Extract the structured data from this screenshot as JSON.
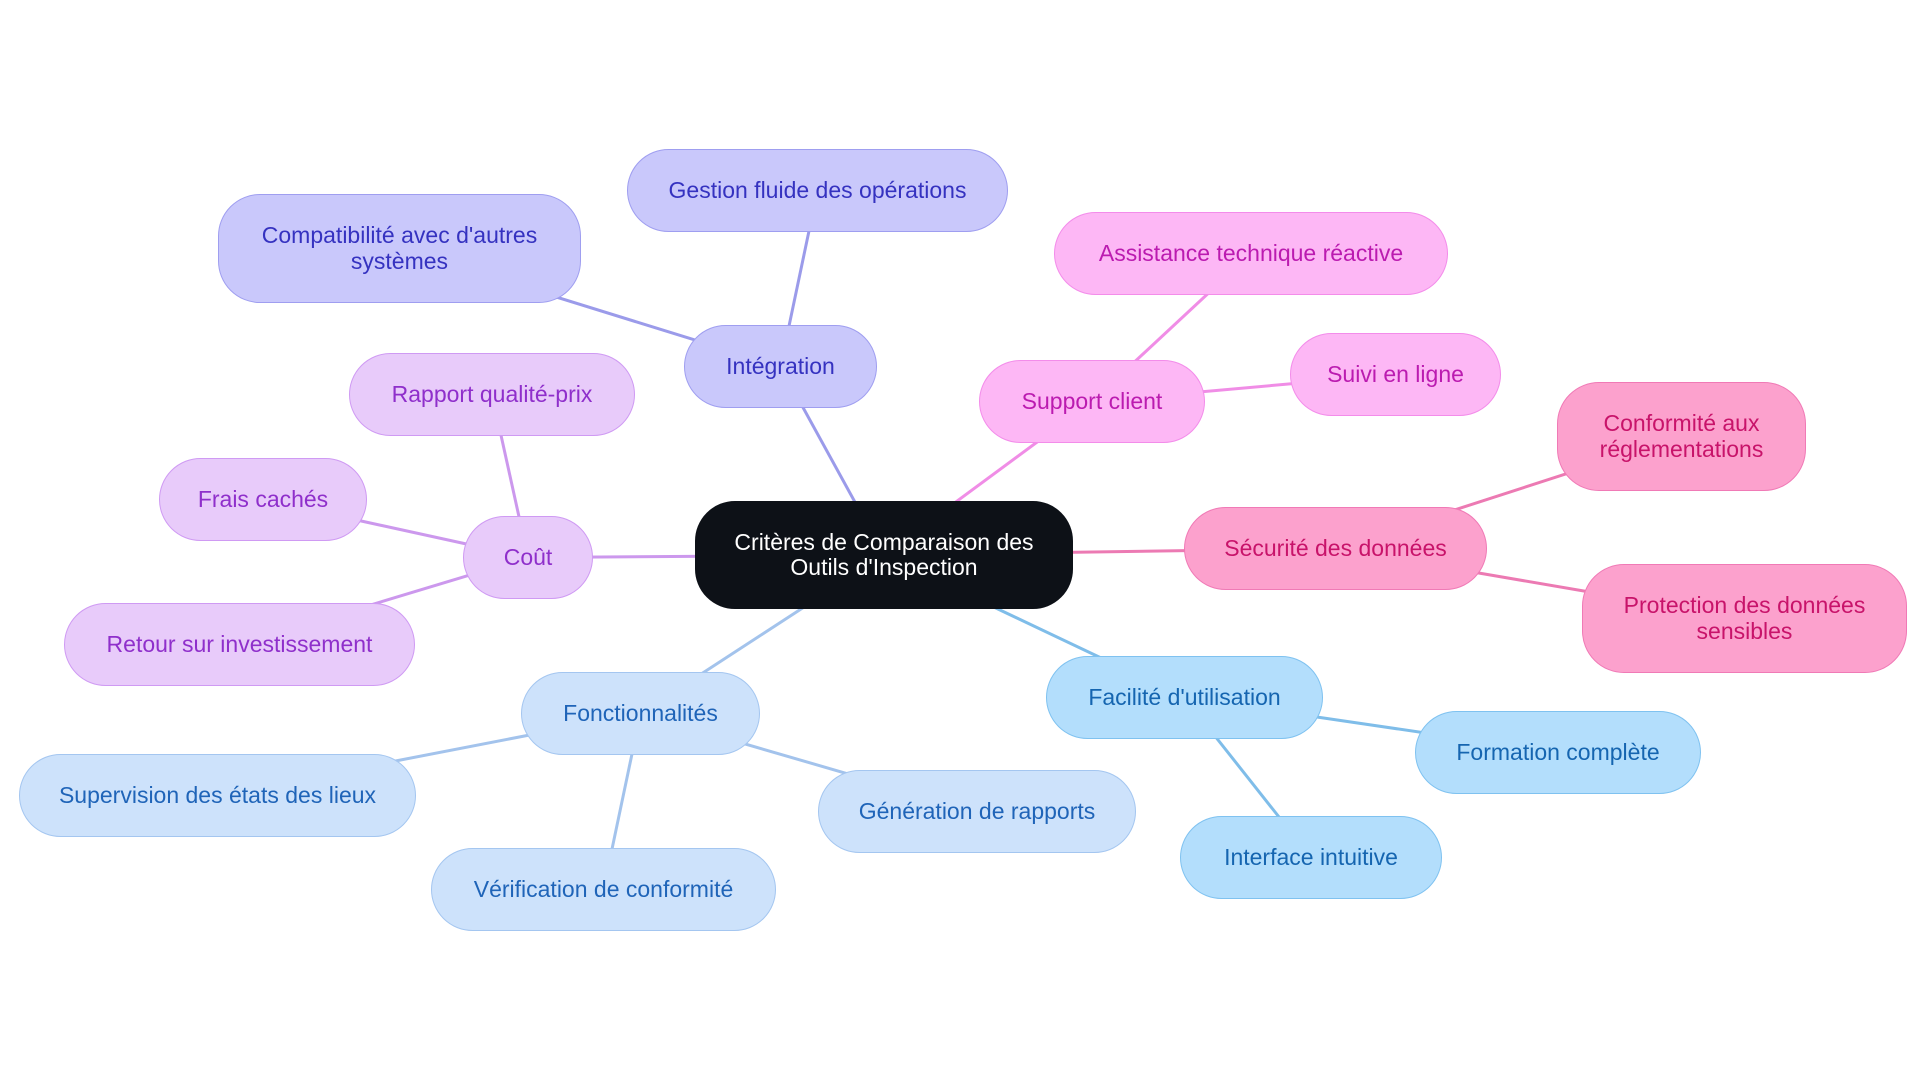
{
  "root": {
    "label": "Critères de Comparaison des Outils d'Inspection"
  },
  "branches": {
    "integration": {
      "label": "Intégration",
      "color": "#9b9bea",
      "children": [
        "Gestion fluide des opérations",
        "Compatibilité avec d'autres systèmes"
      ]
    },
    "support": {
      "label": "Support client",
      "color": "#f08de6",
      "children": [
        "Assistance technique réactive",
        "Suivi en ligne"
      ]
    },
    "securite": {
      "label": "Sécurité des données",
      "color": "#ec7ab3",
      "children": [
        "Conformité aux réglementations",
        "Protection des données sensibles"
      ]
    },
    "facilite": {
      "label": "Facilité d'utilisation",
      "color": "#7fbde9",
      "children": [
        "Formation complète",
        "Interface intuitive"
      ]
    },
    "fonctionnalites": {
      "label": "Fonctionnalités",
      "color": "#a3c3ec",
      "children": [
        "Génération de rapports",
        "Vérification de conformité",
        "Supervision des états des lieux"
      ]
    },
    "cout": {
      "label": "Coût",
      "color": "#cc98ed",
      "children": [
        "Rapport qualité-prix",
        "Frais cachés",
        "Retour sur investissement"
      ]
    }
  }
}
